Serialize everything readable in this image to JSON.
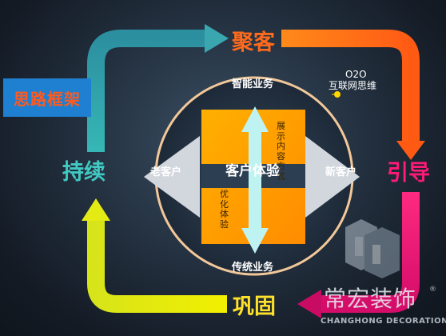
{
  "stages": {
    "top": {
      "label": "聚客",
      "color": "#ff6a1c"
    },
    "right": {
      "label": "引导",
      "color": "#ff1a78"
    },
    "bottom": {
      "label": "巩固",
      "color": "#ffe02a"
    },
    "left": {
      "label": "持续",
      "color": "#41c9c3"
    }
  },
  "framework_label": "思路框架",
  "o2o": {
    "title": "O2O",
    "subtitle": "互联网思维"
  },
  "center": {
    "title": "客户体验",
    "top_business": "智能业务",
    "bottom_business": "传统业务",
    "old_customers": "老客户",
    "new_customers": "新客户",
    "note_top_right": "展示内容方式",
    "note_bottom_left": "优化体验"
  },
  "brand": {
    "name_cn": "常宏装饰",
    "name_en": "CHANGHONG DECORATION",
    "reg": "®"
  }
}
